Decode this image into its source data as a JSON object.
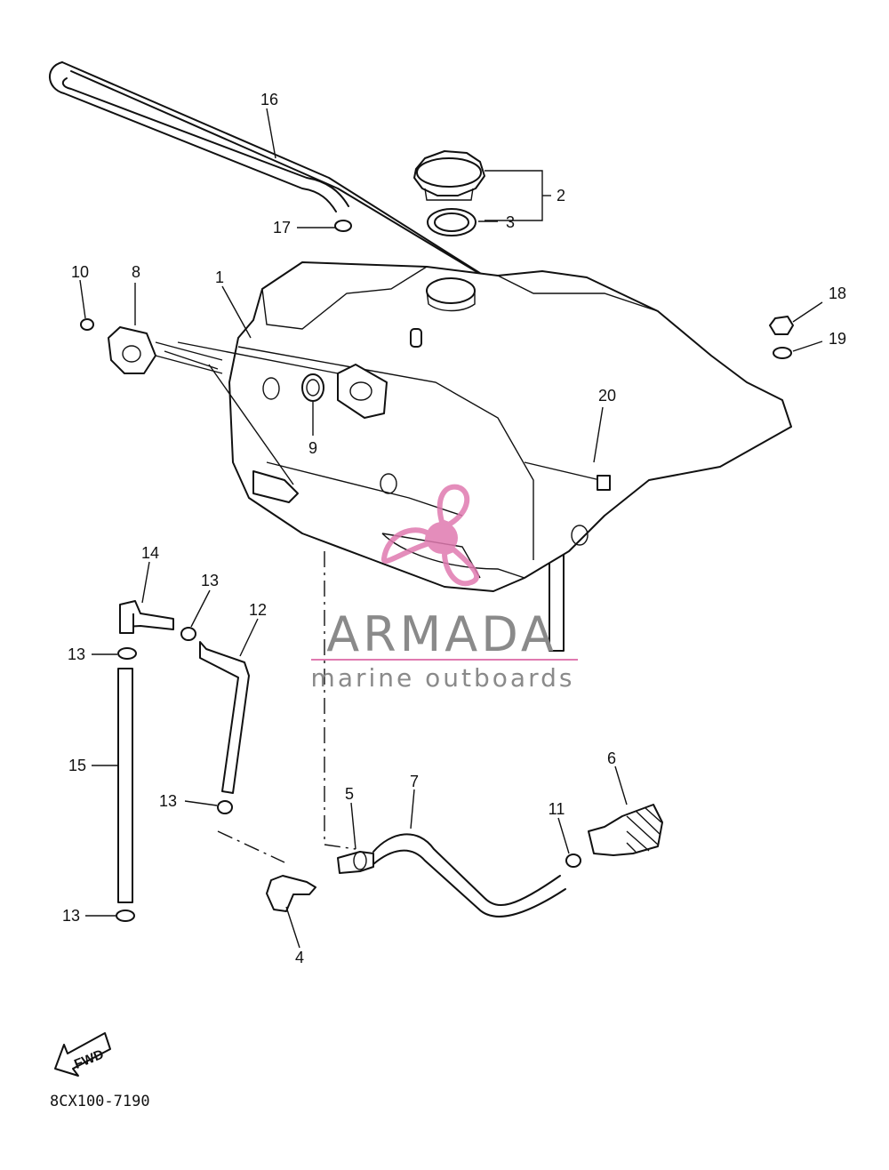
{
  "diagram": {
    "callouts": {
      "p1": "1",
      "p2": "2",
      "p3": "3",
      "p4": "4",
      "p5": "5",
      "p6": "6",
      "p7": "7",
      "p8": "8",
      "p9": "9",
      "p10": "10",
      "p11": "11",
      "p12": "12",
      "p13a": "13",
      "p13b": "13",
      "p13c": "13",
      "p13d": "13",
      "p14": "14",
      "p15": "15",
      "p16": "16",
      "p17": "17",
      "p18": "18",
      "p19": "19",
      "p20": "20"
    },
    "fwd_label": "FWD",
    "diagram_code": "8CX100-7190"
  },
  "watermark": {
    "title": "ARMADA",
    "subtitle": "marine outboards",
    "accent_color": "#e07ab0",
    "text_color": "#8a8a8a"
  }
}
